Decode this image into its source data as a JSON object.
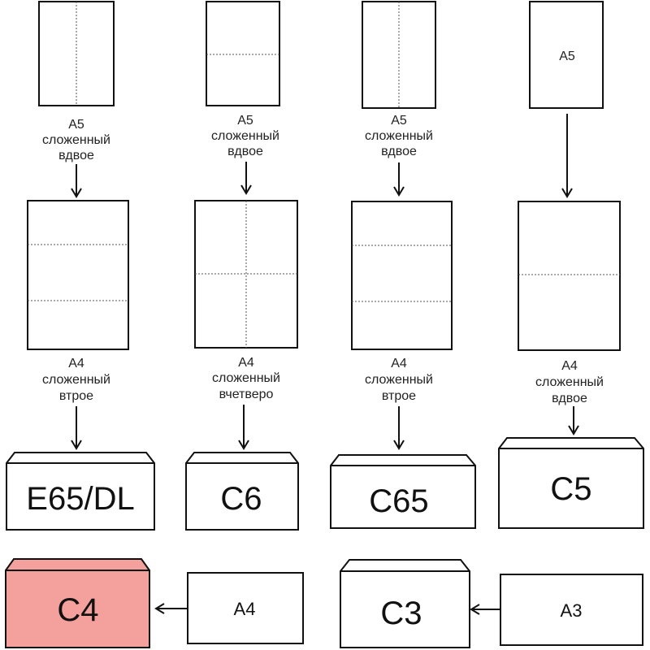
{
  "columns": [
    {
      "sheet_a5": {
        "label": ""
      },
      "caption_a5": [
        "A5",
        "сложенный",
        "вдвое"
      ],
      "caption_a4": [
        "A4",
        "сложенный",
        "втрое"
      ],
      "envelope": "E65/DL"
    },
    {
      "sheet_a5": {
        "label": ""
      },
      "caption_a5": [
        "A5",
        "сложенный",
        "вдвое"
      ],
      "caption_a4": [
        "A4",
        "сложенный",
        "вчетверо"
      ],
      "envelope": "C6"
    },
    {
      "sheet_a5": {
        "label": ""
      },
      "caption_a5": [
        "A5",
        "сложенный",
        "вдвое"
      ],
      "caption_a4": [
        "A4",
        "сложенный",
        "втрое"
      ],
      "envelope": "C65"
    },
    {
      "sheet_a5": {
        "label": "A5"
      },
      "caption_a5": [],
      "caption_a4": [
        "A4",
        "сложенный",
        "вдвое"
      ],
      "envelope": "C5"
    }
  ],
  "bottom": {
    "c4": {
      "envelope": "C4",
      "source": "A4",
      "highlight_color": "#f4a09c"
    },
    "c3": {
      "envelope": "C3",
      "source": "A3"
    }
  }
}
